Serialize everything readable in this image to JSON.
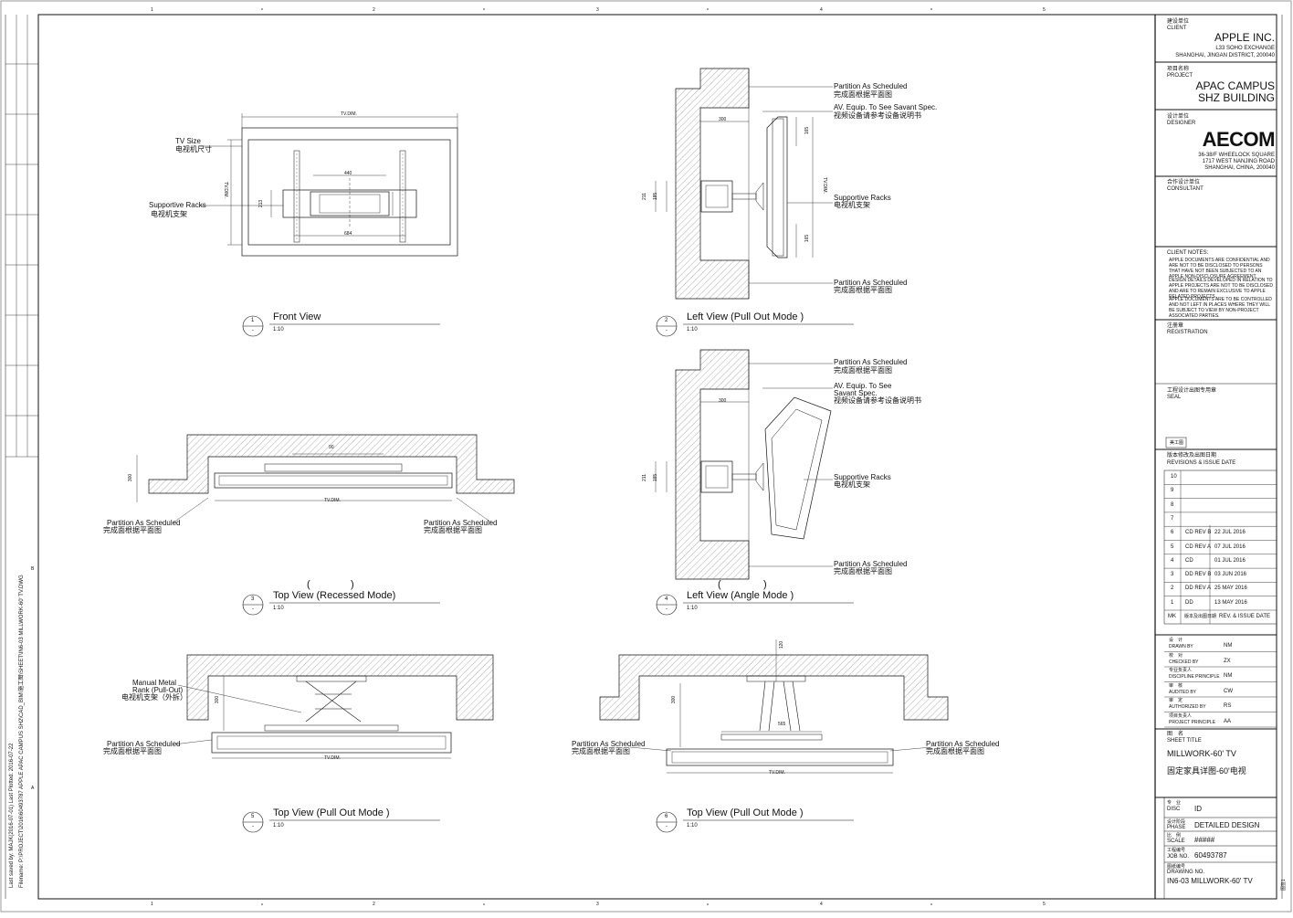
{
  "grid": {
    "columns": [
      "1",
      "2",
      "3",
      "4",
      "5"
    ],
    "rows": [
      "B",
      "A"
    ]
  },
  "views": [
    {
      "number": "1",
      "title": "Front View",
      "scale": "1:10",
      "sub": "-"
    },
    {
      "number": "2",
      "title": "Left View (Pull Out Mode )",
      "scale": "1:10",
      "sub": "-"
    },
    {
      "number": "3",
      "title": "Top View (Recessed Mode)",
      "scale": "1:10",
      "sub": "-"
    },
    {
      "number": "4",
      "title": "Left View (Angle Mode )",
      "scale": "1:10",
      "sub": "-"
    },
    {
      "number": "5",
      "title": "Top View (Pull Out Mode )",
      "scale": "1:10",
      "sub": "-"
    },
    {
      "number": "6",
      "title": "Top View (Pull Out Mode )",
      "scale": "1:10",
      "sub": "-"
    }
  ],
  "annotations": {
    "tv_size": "TV Size",
    "tv_size_cn": "电视机尺寸",
    "supportive_racks": "Supportive Racks",
    "supportive_racks_cn": "电视机支架",
    "partition": "Partition As Scheduled",
    "partition_cn": "完成面根据平面图",
    "av_equip": "AV. Equip. To See Savant Spec.",
    "av_equip_l1": "AV. Equip. To See",
    "av_equip_l2": "Savant Spec.",
    "av_equip_cn": "视频设备请参考设备说明书",
    "manual_rack_l1": "Manual Metal",
    "manual_rack_l2": "Rank (Pull-Out)",
    "manual_rack_cn": "电视机支架（外拆）",
    "tv_dim": "TV.DIM.",
    "paren_left": "(",
    "paren_right": ")"
  },
  "dimensions": {
    "d440": "440",
    "d684": "684",
    "d213": "213",
    "d300": "300",
    "d211": "211",
    "d185": "185",
    "d165": "165",
    "d565": "565",
    "d90": "90",
    "d120": "120"
  },
  "title_block": {
    "client_cn": "建设单位",
    "client_label": "CLIENT",
    "client_name": "APPLE INC.",
    "client_addr1": "L33 SOHO EXCHANGE",
    "client_addr2": "SHANGHAI, JINGAN DISTRICT, 200040",
    "project_cn": "项目名称",
    "project_label": "PROJECT",
    "project_name1": "APAC CAMPUS",
    "project_name2": "SHZ BUILDING",
    "designer_cn": "设计单位",
    "designer_label": "DESIGNER",
    "designer_logo": "AECOM",
    "designer_addr1": "36-38/F WHEELOCK SQUARE",
    "designer_addr2": "1717 WEST NANJING ROAD",
    "designer_addr3": "SHANGHAI, CHINA, 200040",
    "consultant_cn": "合作设计单位",
    "consultant_label": "CONSULTANT",
    "notes_title": "CLIENT NOTES:",
    "notes": [
      "APPLE DOCUMENTS ARE CONFIDENTIAL AND ARE NOT TO BE DISCLOSED TO PERSONS THAT HAVE NOT BEEN SUBJECTED TO AN APPLE NON-DISCLOSURE AGREEMENT.",
      "DESIGN DETAILS DEVELOPED IN RELATION TO APPLE PROJECTS ARE NOT TO BE DISCLOSED AND ARE TO REMAIN EXCLUSIVE TO APPLE RELATED PROJECTS.",
      "APPLE DOCUMENTS ARE TO BE CONTROLLED AND NOT LEFT IN PLACES WHERE THEY WILL BE SUBJECT TO VIEW BY NON-PROJECT ASSOCIATED PARTIES."
    ],
    "registration_cn": "注册章",
    "registration_label": "REGISTRATION",
    "seal_cn": "工程设计出图专用章",
    "seal_label": "SEAL",
    "stamp": "美工图",
    "revisions_cn": "版本修改及出图日期",
    "revisions_label": "REVISIONS & ISSUE DATE",
    "revisions": [
      {
        "no": "10",
        "rev": "",
        "date": ""
      },
      {
        "no": "9",
        "rev": "",
        "date": ""
      },
      {
        "no": "8",
        "rev": "",
        "date": ""
      },
      {
        "no": "7",
        "rev": "",
        "date": ""
      },
      {
        "no": "6",
        "rev": "CD REV B",
        "date": "22 JUL 2016"
      },
      {
        "no": "5",
        "rev": "CD REV A",
        "date": "07 JUL 2016"
      },
      {
        "no": "4",
        "rev": "CD",
        "date": "01 JUL 2016"
      },
      {
        "no": "3",
        "rev": "DD REV B",
        "date": "03 JUN 2016"
      },
      {
        "no": "2",
        "rev": "DD REV A",
        "date": "25 MAY 2016"
      },
      {
        "no": "1",
        "rev": "DD",
        "date": "13 MAY 2016"
      }
    ],
    "rev_header_mk": "MK",
    "rev_header_cn": "版本及出图日期",
    "rev_header_en": "REV. & ISSUE DATE",
    "roles": [
      {
        "cn": "设　计",
        "label": "DRAWN BY",
        "value": "NM"
      },
      {
        "cn": "校　对",
        "label": "CHECKED BY",
        "value": "ZX"
      },
      {
        "cn": "专业负责人",
        "label": "DISCIPLINE PRINCIPLE",
        "value": "NM"
      },
      {
        "cn": "审　核",
        "label": "AUDITED BY",
        "value": "CW"
      },
      {
        "cn": "审　定",
        "label": "AUTHORIZED BY",
        "value": "RS"
      },
      {
        "cn": "项目负责人",
        "label": "PROJECT PRINCIPLE",
        "value": "AA"
      }
    ],
    "sheet_title_cn": "图　名",
    "sheet_title_label": "SHEET TITLE",
    "sheet_title": "MILLWORK-60' TV",
    "sheet_title_zh": "固定家具详图-60'电视",
    "disc_cn": "专　业",
    "disc_label": "DISC",
    "disc_value": "ID",
    "phase_cn": "设计阶段",
    "phase_label": "PHASE",
    "phase_value": "DETAILED DESIGN",
    "scale_cn": "比　例",
    "scale_label": "SCALE",
    "scale_value": "#####",
    "job_cn": "工程编号",
    "job_label": "JOB NO.",
    "job_value": "60493787",
    "drawing_cn": "图纸编号",
    "drawing_label": "DRAWING NO.",
    "drawing_value": "IN6-03 MILLWORK-60' TV",
    "corner_mark": "图签1"
  },
  "file_info": {
    "line1": "Last saved by: MAJK(2016-07-01)    Last Plotted: 2016-07-22",
    "line2": "Filename: P:\\PROJECT\\2016\\60493787 APPLE APAC CAMPUS SH2\\CAD_BIM\\施工图\\SHEET\\IN6-03 MILLWORK-60' TV.DWG"
  }
}
